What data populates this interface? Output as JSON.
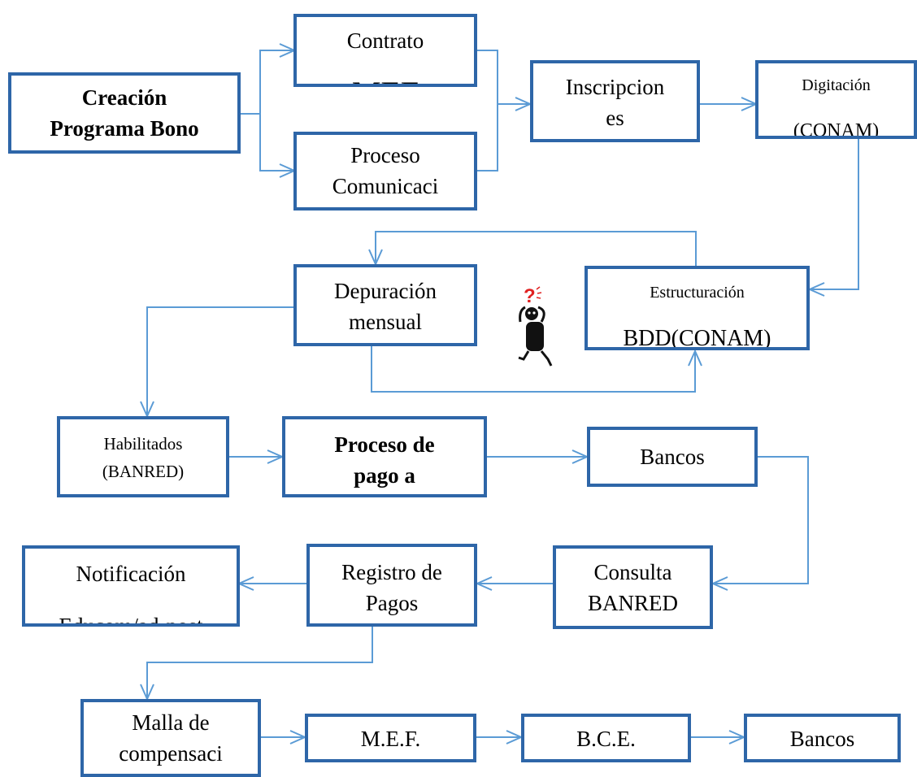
{
  "colors": {
    "box_border": "#2e66a8",
    "connector": "#5b9bd5",
    "question_mark": "#e02020"
  },
  "icons": {
    "confused_person": "confused-person-icon"
  },
  "nodes": {
    "creacion": {
      "lines": [
        "Creación",
        "Programa Bono"
      ]
    },
    "contrato": {
      "lines": [
        "Contrato",
        "MEF"
      ]
    },
    "proceso_comunicacion": {
      "lines": [
        "Proceso",
        "Comunicaci"
      ]
    },
    "inscripciones": {
      "lines": [
        "Inscripcion",
        "es"
      ]
    },
    "digitacion": {
      "lines": [
        "Digitación",
        "(CONAM)"
      ]
    },
    "depuracion": {
      "lines": [
        "Depuración",
        "mensual"
      ]
    },
    "estructuracion": {
      "lines": [
        "Estructuración",
        "BDD(CONAM)"
      ]
    },
    "habilitados": {
      "lines": [
        "Habilitados",
        "(BANRED)"
      ]
    },
    "proceso_pago": {
      "lines": [
        "Proceso de",
        "pago a"
      ]
    },
    "bancos_top": {
      "lines": [
        "Bancos"
      ]
    },
    "consulta": {
      "lines": [
        "Consulta",
        "BANRED"
      ]
    },
    "registro": {
      "lines": [
        "Registro de",
        "Pagos"
      ]
    },
    "notificacion": {
      "lines": [
        "Notificación",
        "Educom/ad-post"
      ]
    },
    "malla": {
      "lines": [
        "Malla de",
        "compensaci"
      ]
    },
    "mef": {
      "lines": [
        "M.E.F."
      ]
    },
    "bce": {
      "lines": [
        "B.C.E."
      ]
    },
    "bancos_bottom": {
      "lines": [
        "Bancos"
      ]
    }
  }
}
